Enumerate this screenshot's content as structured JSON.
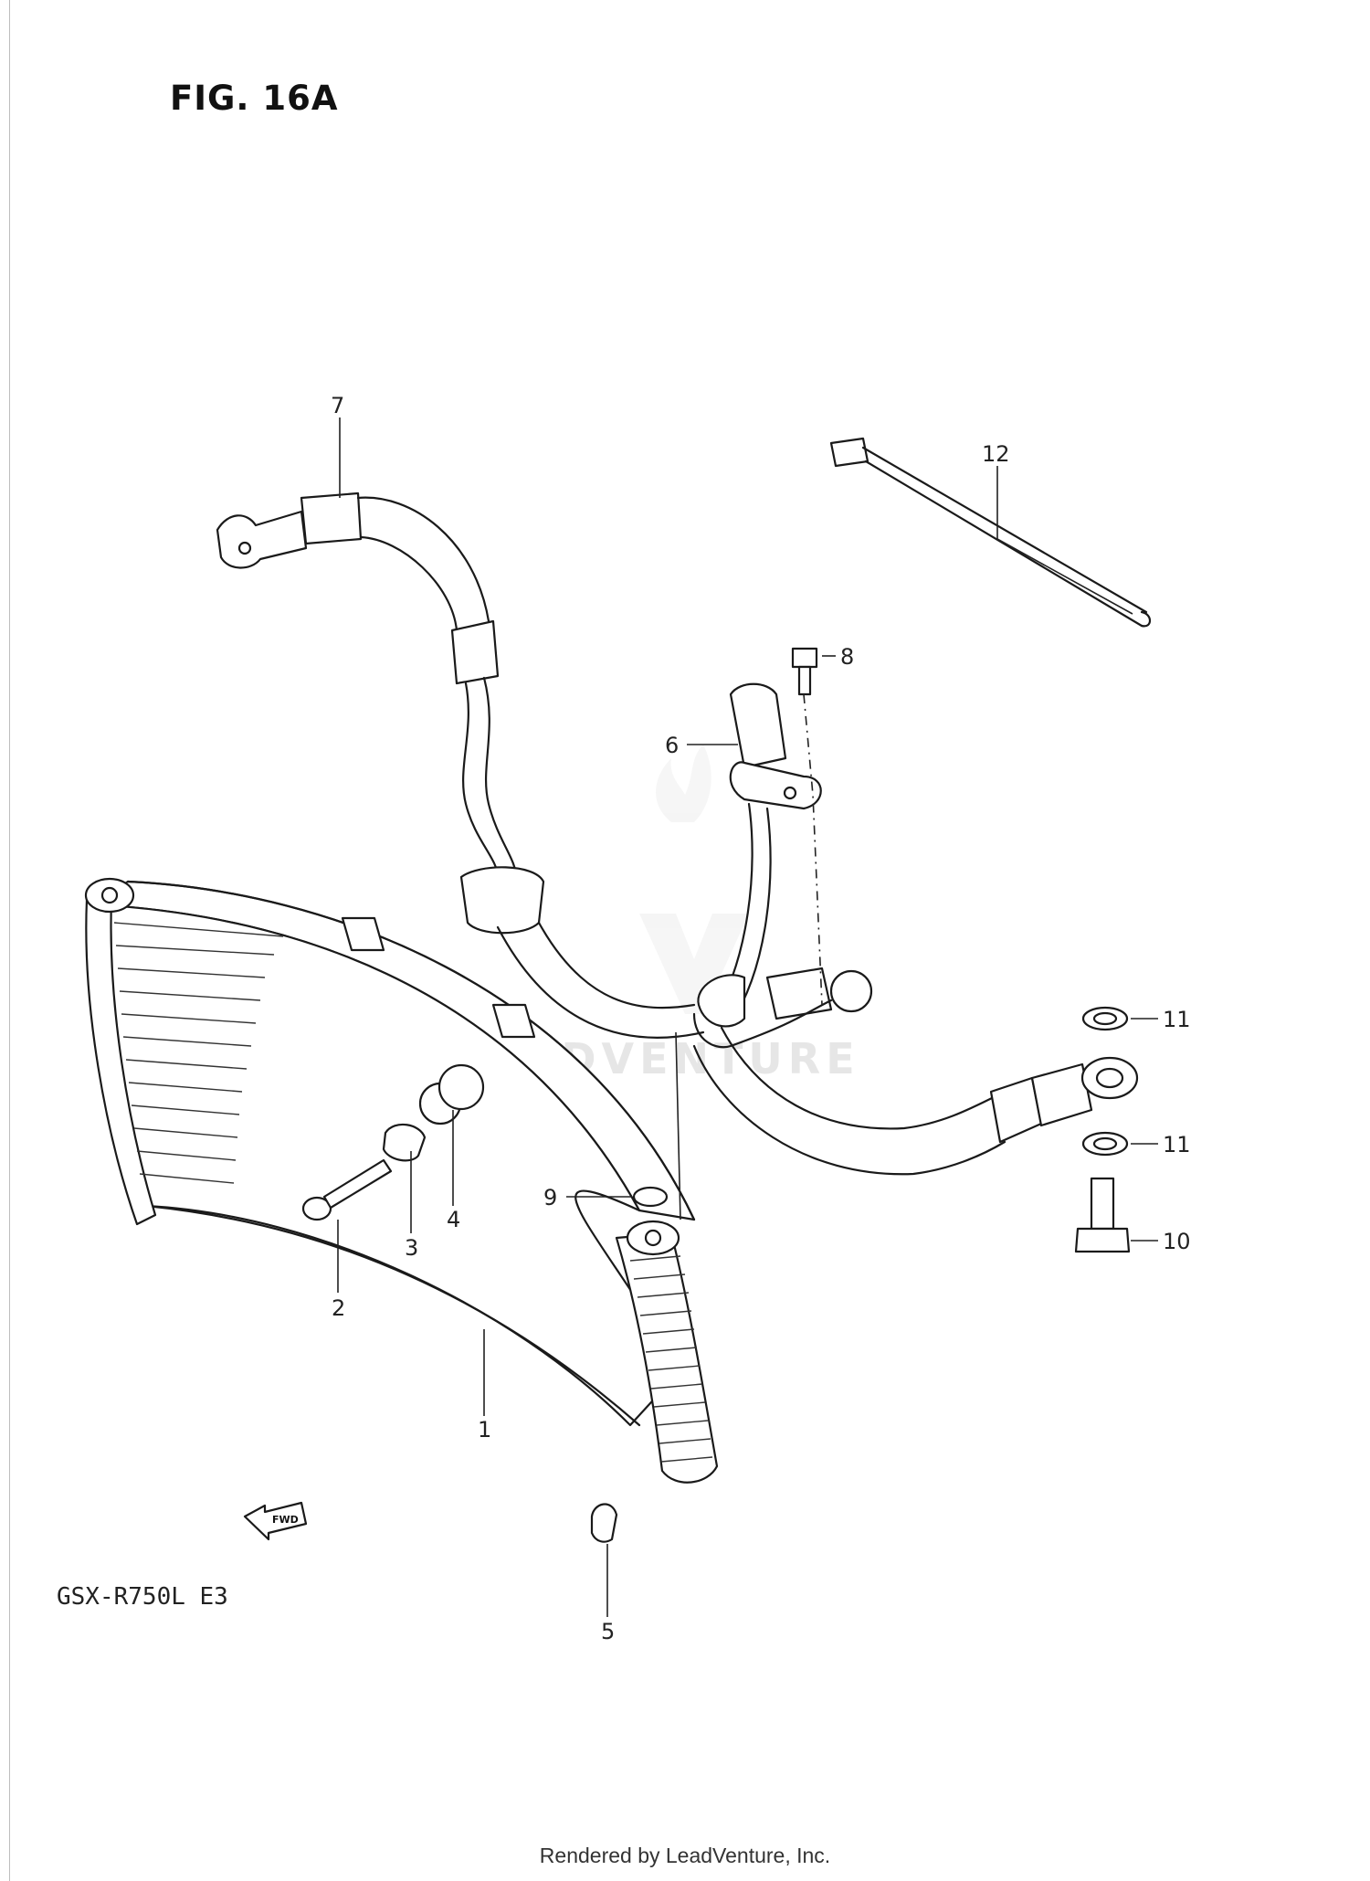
{
  "figure": {
    "title": "FIG. 16A",
    "model": "GSX-R750L  E3",
    "footer": "Rendered by LeadVenture, Inc.",
    "watermark": "LEADVENTURE",
    "fwd_label": "FWD"
  },
  "callouts": [
    {
      "id": "1",
      "label": "1"
    },
    {
      "id": "2",
      "label": "2"
    },
    {
      "id": "3",
      "label": "3"
    },
    {
      "id": "4",
      "label": "4"
    },
    {
      "id": "5",
      "label": "5"
    },
    {
      "id": "6",
      "label": "6"
    },
    {
      "id": "7",
      "label": "7"
    },
    {
      "id": "8",
      "label": "8"
    },
    {
      "id": "9",
      "label": "9"
    },
    {
      "id": "10",
      "label": "10"
    },
    {
      "id": "11a",
      "label": "11"
    },
    {
      "id": "11b",
      "label": "11"
    },
    {
      "id": "12",
      "label": "12"
    }
  ]
}
